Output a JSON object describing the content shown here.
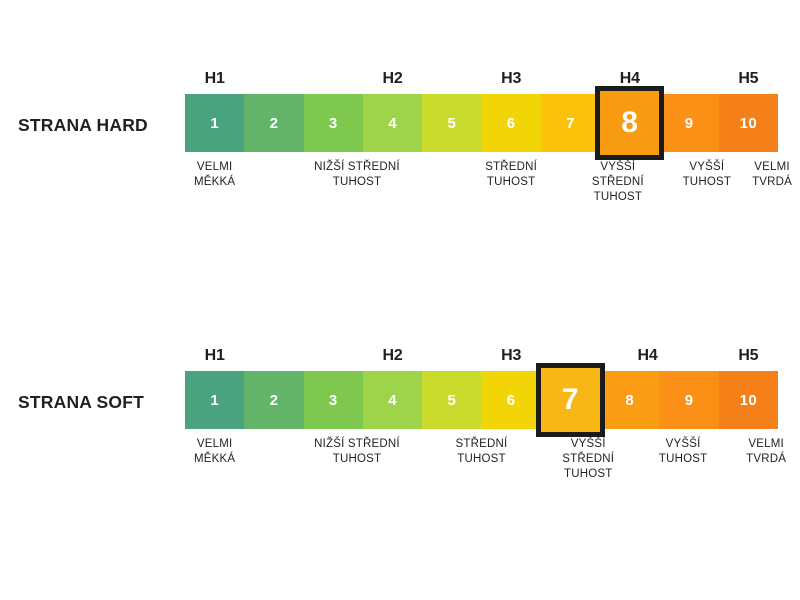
{
  "page": {
    "background": "#ffffff",
    "text_color": "#231f20",
    "selection_border_color": "#1b1b1b"
  },
  "chart_data": [
    {
      "type": "bar",
      "id": "strana-hard",
      "title": "STRANA HARD",
      "categories": [
        "1",
        "2",
        "3",
        "4",
        "5",
        "6",
        "7",
        "8",
        "9",
        "10"
      ],
      "values": [
        1,
        2,
        3,
        4,
        5,
        6,
        7,
        8,
        9,
        10
      ],
      "xlabel": "",
      "ylabel": "",
      "grid": false,
      "legend": "none",
      "selected_value": "8",
      "cell_colors": [
        "#4aa37f",
        "#63b369",
        "#7ec850",
        "#9ed44a",
        "#cadb2e",
        "#f2d506",
        "#fcc10a",
        "#f79b12",
        "#fa9116",
        "#f5801a"
      ],
      "group_labels": [
        {
          "text": "H1",
          "center_pct": 5
        },
        {
          "text": "H2",
          "center_pct": 35
        },
        {
          "text": "H3",
          "center_pct": 55
        },
        {
          "text": "H4",
          "center_pct": 75
        },
        {
          "text": "H5",
          "center_pct": 95
        }
      ],
      "descriptors": [
        {
          "text": "VELMI\nMĚKKÁ",
          "center_pct": 5
        },
        {
          "text": "NIŽŠÍ STŘEDNÍ\nTUHOST",
          "center_pct": 29
        },
        {
          "text": "STŘEDNÍ\nTUHOST",
          "center_pct": 55
        },
        {
          "text": "VYŠŠÍ\nSTŘEDNÍ\nTUHOST",
          "center_pct": 73
        },
        {
          "text": "VYŠŠÍ\nTUHOST",
          "center_pct": 88
        },
        {
          "text": "VELMI\nTVRDÁ",
          "center_pct": 99
        }
      ]
    },
    {
      "type": "bar",
      "id": "strana-soft",
      "title": "STRANA SOFT",
      "categories": [
        "1",
        "2",
        "3",
        "4",
        "5",
        "6",
        "7",
        "8",
        "9",
        "10"
      ],
      "values": [
        1,
        2,
        3,
        4,
        5,
        6,
        7,
        8,
        9,
        10
      ],
      "xlabel": "",
      "ylabel": "",
      "grid": false,
      "legend": "none",
      "selected_value": "7",
      "cell_colors": [
        "#4aa37f",
        "#63b369",
        "#7ec850",
        "#9ed44a",
        "#cadb2e",
        "#f2d506",
        "#f9b715",
        "#fa9c14",
        "#fa9116",
        "#f5801a"
      ],
      "group_labels": [
        {
          "text": "H1",
          "center_pct": 5
        },
        {
          "text": "H2",
          "center_pct": 35
        },
        {
          "text": "H3",
          "center_pct": 55
        },
        {
          "text": "H4",
          "center_pct": 78
        },
        {
          "text": "H5",
          "center_pct": 95
        }
      ],
      "descriptors": [
        {
          "text": "VELMI\nMĚKKÁ",
          "center_pct": 5
        },
        {
          "text": "NIŽŠÍ STŘEDNÍ\nTUHOST",
          "center_pct": 29
        },
        {
          "text": "STŘEDNÍ\nTUHOST",
          "center_pct": 50
        },
        {
          "text": "VYŠŠÍ\nSTŘEDNÍ\nTUHOST",
          "center_pct": 68
        },
        {
          "text": "VYŠŠÍ\nTUHOST",
          "center_pct": 84
        },
        {
          "text": "VELMI\nTVRDÁ",
          "center_pct": 98
        }
      ]
    }
  ]
}
